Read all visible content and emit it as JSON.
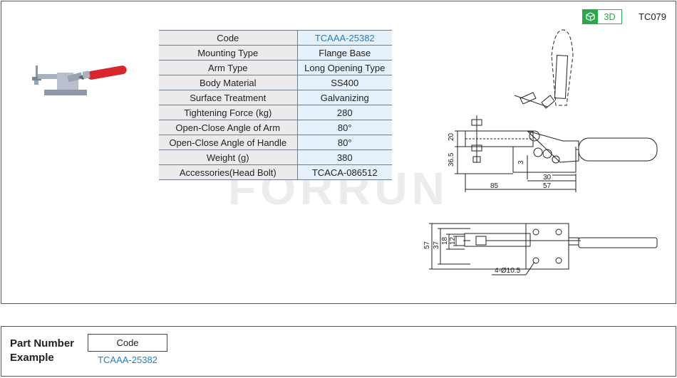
{
  "header": {
    "badge_3d": "3D",
    "series_code": "TC079",
    "accent": "#2aa84a"
  },
  "specs": [
    {
      "label": "Code",
      "value": "TCAAA-25382"
    },
    {
      "label": "Mounting Type",
      "value": "Flange Base"
    },
    {
      "label": "Arm Type",
      "value": "Long Opening Type"
    },
    {
      "label": "Body Material",
      "value": "SS400"
    },
    {
      "label": "Surface Treatment",
      "value": "Galvanizing"
    },
    {
      "label": "Tightening Force (kg)",
      "value": "280"
    },
    {
      "label": "Open-Close Angle of Arm",
      "value": "80°"
    },
    {
      "label": "Open-Close  Angle of Handle",
      "value": "80°"
    },
    {
      "label": "Weight (g)",
      "value": "380"
    },
    {
      "label": "Accessories(Head Bolt)",
      "value": "TCACA-086512"
    }
  ],
  "watermark": "FORRUN",
  "drawing_dims": {
    "d20": "20",
    "d36_5": "36.5",
    "d3": "3",
    "d30": "30",
    "d85": "85",
    "d57_side": "57",
    "d57_plan": "57",
    "d37": "37",
    "d18": "18",
    "d12": "12",
    "holes": "4-Ø10.5"
  },
  "part_number": {
    "label_line1": "Part Number",
    "label_line2": "Example",
    "column_header": "Code",
    "example_value": "TCAAA-25382"
  }
}
